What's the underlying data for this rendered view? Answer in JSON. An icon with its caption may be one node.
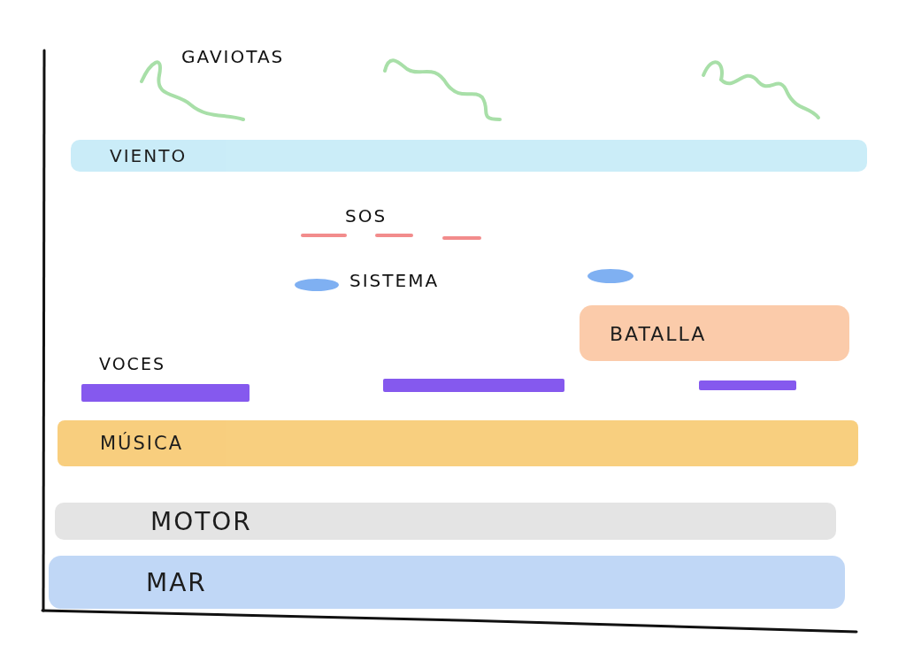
{
  "diagram": {
    "nodes": [
      {
        "text": [
          "VIENTO"
        ]
      },
      {
        "text": [
          "BATALLA"
        ]
      },
      {
        "text": [
          "VOCES"
        ]
      },
      {
        "text": [],
        "shape": "bar"
      },
      {
        "text": [],
        "shape": "bar"
      },
      {
        "text": [
          "MÚSICA"
        ]
      },
      {
        "text": [
          "MOTOR"
        ]
      },
      {
        "text": [
          "MAR"
        ]
      }
    ],
    "labels": [
      "GAVIOTAS",
      "SOS",
      "SISTEMA"
    ]
  }
}
